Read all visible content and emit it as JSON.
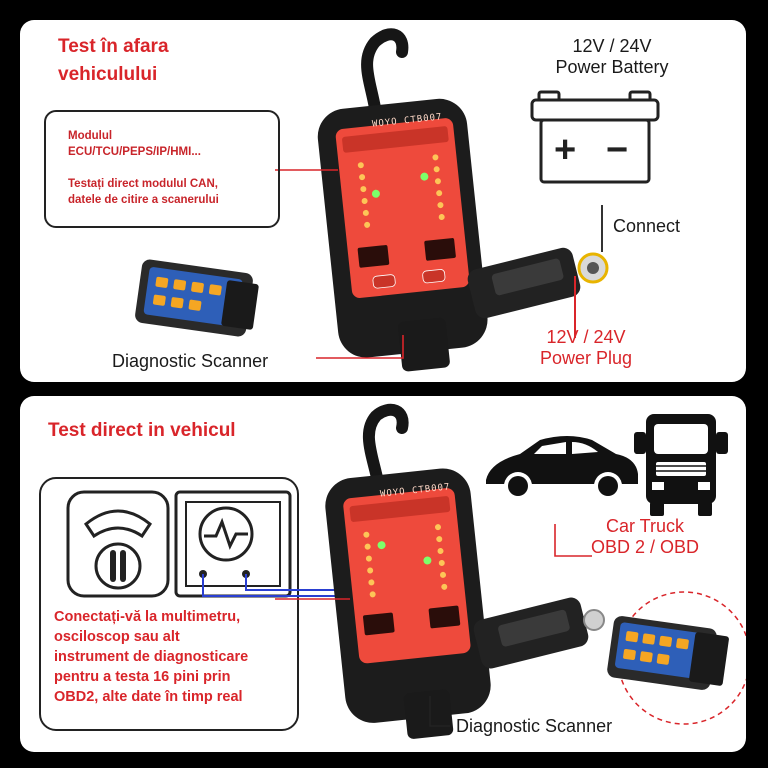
{
  "top_panel": {
    "title_line1": "Test în afara",
    "title_line2": "vehiculului",
    "note_lines": [
      "Modulul",
      "ECU/TCU/PEPS/IP/HMI...",
      "Testați direct modulul CAN,",
      "datele de citire a scanerului"
    ],
    "battery_line1": "12V / 24V",
    "battery_line2": "Power Battery",
    "battery_plus": "+",
    "battery_minus": "−",
    "connect_label": "Connect",
    "plug_line1": "12V / 24V",
    "plug_line2": "Power Plug",
    "scanner_label": "Diagnostic Scanner",
    "device_label": "WOYO CTB007"
  },
  "bottom_panel": {
    "title": "Test direct in vehicul",
    "paragraph_lines": [
      "Conectați-vă la multimetru,",
      "osciloscop sau alt",
      "instrument de diagnosticare",
      "pentru a testa 16 pini prin",
      "OBD2, alte date în timp real"
    ],
    "vehicle_line1": "Car Truck",
    "vehicle_line2": "OBD 2 / OBD",
    "scanner_label": "Diagnostic Scanner",
    "device_label": "WOYO CTB007"
  },
  "colors": {
    "accent_red": "#d9252a",
    "device_body": "#1c1c1c",
    "device_face": "#ee4a3c",
    "wire_blue": "#2a3fd1"
  },
  "icons": [
    "battery-icon",
    "car-icon",
    "truck-icon",
    "multimeter-icon",
    "oscilloscope-icon",
    "scanner-tablet-icon",
    "tester-device-icon",
    "obd-plug-icon",
    "power-plug-icon"
  ]
}
